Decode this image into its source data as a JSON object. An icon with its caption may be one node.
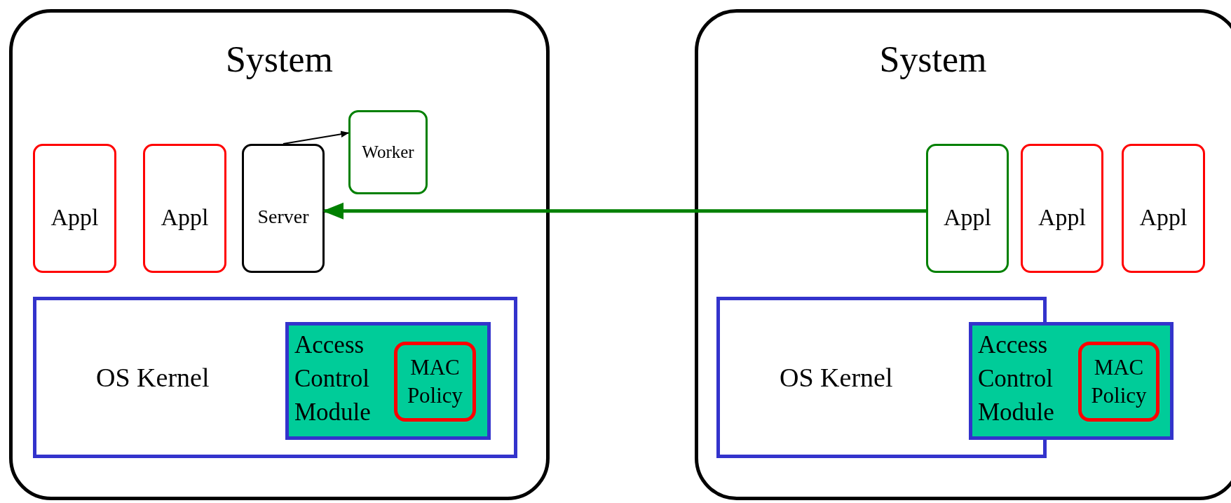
{
  "diagram": {
    "nodes": [
      {
        "text": [
          "System"
        ]
      },
      {
        "text": [
          "Appl"
        ],
        "in": 0
      },
      {
        "text": [
          "Appl"
        ],
        "in": 0
      },
      {
        "text": [
          "Server"
        ],
        "in": 0
      },
      {
        "text": [
          "Worker"
        ],
        "in": 0
      },
      {
        "text": [
          "OS Kernel"
        ],
        "in": 0
      },
      {
        "text": [
          "Access Control Module"
        ],
        "in": 5
      },
      {
        "text": [
          "MAC Policy"
        ],
        "in": 6
      },
      {
        "text": [
          "System"
        ]
      },
      {
        "text": [
          "Appl"
        ],
        "in": 8
      },
      {
        "text": [
          "Appl"
        ],
        "in": 8
      },
      {
        "text": [
          "Appl"
        ],
        "in": 8
      },
      {
        "text": [
          "OS Kernel"
        ],
        "in": 8
      },
      {
        "text": [
          "Access Control Module"
        ],
        "in": 8
      },
      {
        "text": [
          "MAC Policy"
        ],
        "in": 13
      }
    ],
    "edges": [
      {
        "from": 3,
        "to": 4,
        "arrow": "to"
      },
      {
        "from": 9,
        "to": 3,
        "arrow": "to",
        "style": "thick",
        "color": "#008000"
      }
    ]
  }
}
